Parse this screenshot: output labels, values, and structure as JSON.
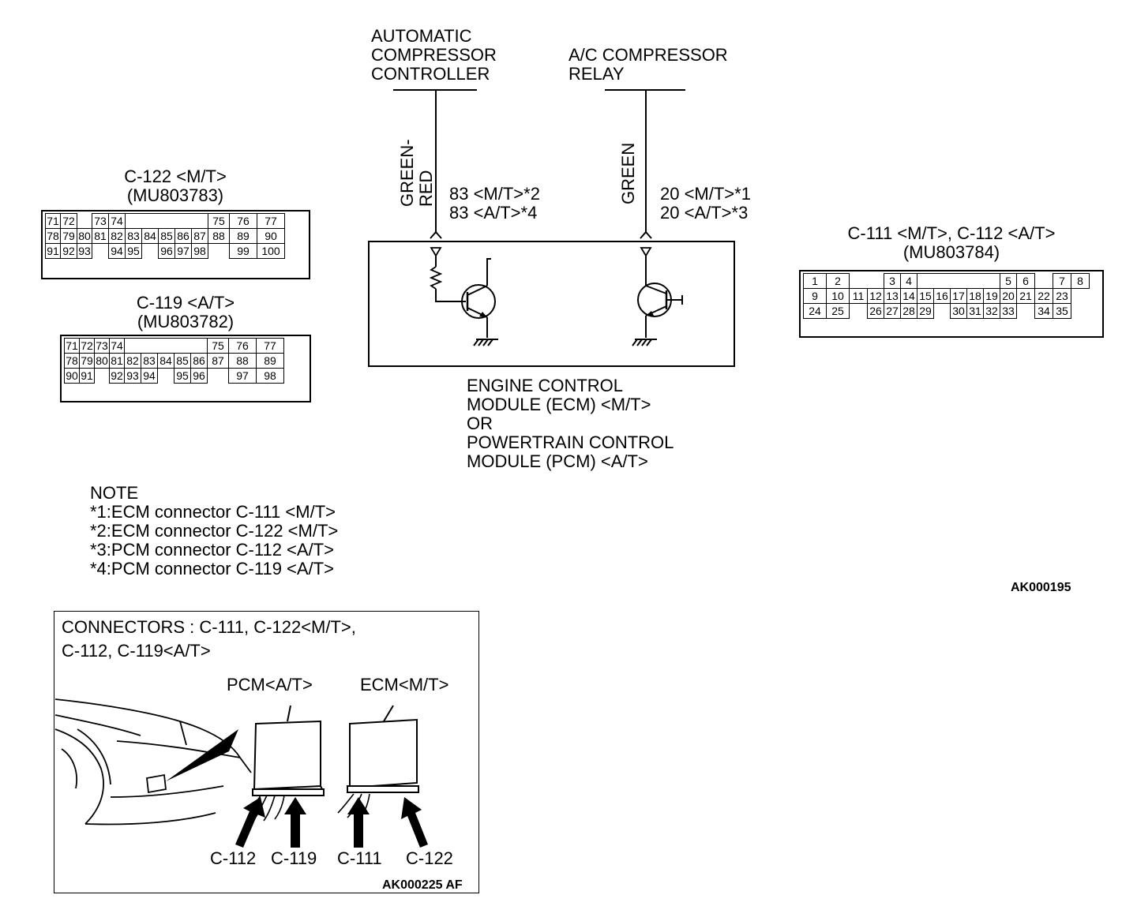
{
  "top_components": {
    "acc_label": [
      "AUTOMATIC",
      "COMPRESSOR",
      "CONTROLLER"
    ],
    "relay_label": [
      "A/C COMPRESSOR",
      "RELAY"
    ]
  },
  "wires": {
    "left_color": [
      "GREEN-",
      "RED"
    ],
    "right_color": "GREEN",
    "left_pins": [
      "83 <M/T>*2",
      "83 <A/T>*4"
    ],
    "right_pins": [
      "20 <M/T>*1",
      "20 <A/T>*3"
    ]
  },
  "module_label": [
    "ENGINE CONTROL",
    "MODULE (ECM) <M/T>",
    "OR",
    "POWERTRAIN CONTROL",
    "MODULE (PCM) <A/T>"
  ],
  "connectors": {
    "c122": {
      "title": "C-122 <M/T>",
      "part": "(MU803783)",
      "rows": [
        [
          "71",
          "72",
          "",
          "73",
          "74",
          "",
          "",
          "",
          "",
          "",
          "75",
          "76",
          "77"
        ],
        [
          "78",
          "79",
          "80",
          "81",
          "82",
          "83",
          "84",
          "85",
          "86",
          "87",
          "88",
          "89",
          "90"
        ],
        [
          "91",
          "92",
          "93",
          "",
          "94",
          "95",
          "",
          "96",
          "97",
          "98",
          "",
          "99",
          "100"
        ]
      ]
    },
    "c119": {
      "title": "C-119 <A/T>",
      "part": "(MU803782)",
      "rows": [
        [
          "71",
          "72",
          "73",
          "74",
          "",
          "",
          "",
          "",
          "",
          "75",
          "76",
          "77"
        ],
        [
          "78",
          "79",
          "80",
          "81",
          "82",
          "83",
          "84",
          "85",
          "86",
          "87",
          "88",
          "89"
        ],
        [
          "90",
          "91",
          "",
          "92",
          "93",
          "94",
          "",
          "95",
          "96",
          "",
          "97",
          "98"
        ]
      ]
    },
    "c111": {
      "title": "C-111 <M/T>, C-112 <A/T>",
      "part": "(MU803784)",
      "rows": [
        [
          "1",
          "2",
          "",
          "",
          "3",
          "4",
          "",
          "",
          "",
          "",
          "",
          "5",
          "6",
          "",
          "7",
          "8"
        ],
        [
          "9",
          "10",
          "11",
          "12",
          "13",
          "14",
          "15",
          "16",
          "17",
          "18",
          "19",
          "20",
          "21",
          "22",
          "23"
        ],
        [
          "24",
          "25",
          "",
          "26",
          "27",
          "28",
          "29",
          "",
          "30",
          "31",
          "32",
          "33",
          "",
          "34",
          "35"
        ]
      ]
    }
  },
  "note": {
    "title": "NOTE",
    "lines": [
      "*1:ECM connector C-111 <M/T>",
      "*2:ECM connector C-122 <M/T>",
      "*3:PCM connector C-112 <A/T>",
      "*4:PCM connector C-119 <A/T>"
    ]
  },
  "figure_code": "AK000195",
  "location": {
    "title_line1": "CONNECTORS : C-111, C-122<M/T>,",
    "title_line2": "C-112, C-119<A/T>",
    "pcm_label": "PCM<A/T>",
    "ecm_label": "ECM<M/T>",
    "callouts": [
      "C-112",
      "C-119",
      "C-111",
      "C-122"
    ],
    "figure_code": "AK000225 AF"
  }
}
